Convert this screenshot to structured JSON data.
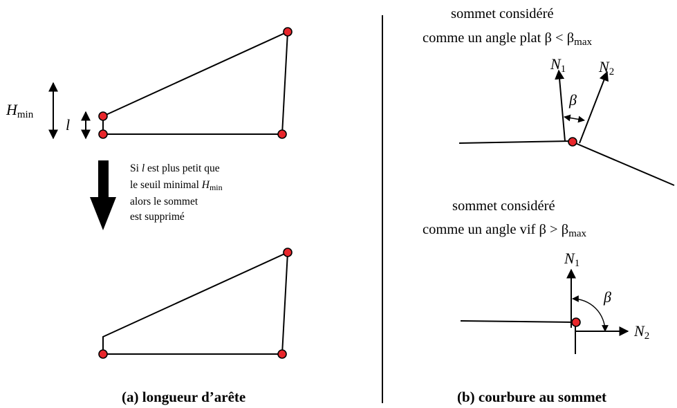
{
  "left": {
    "hmin_symbol": "H",
    "hmin_sub": "min",
    "l_symbol": "l",
    "note": {
      "line1_pre": "Si ",
      "line1_var": "l",
      "line1_post": " est plus petit que",
      "line2_pre": "le seuil minimal ",
      "line2_var": "H",
      "line2_sub": "min",
      "line3": "alors le sommet",
      "line4": "est supprimé"
    },
    "caption": "(a) longueur d’arête"
  },
  "right": {
    "top_desc": {
      "line1": "sommet considéré",
      "line2_pre": "comme un angle plat β < β",
      "line2_sub": "max"
    },
    "bottom_desc": {
      "line1": "sommet considéré",
      "line2_pre": "comme un angle vif β > β",
      "line2_sub": "max"
    },
    "n1_symbol": "N",
    "n1_sub": "1",
    "n2_symbol": "N",
    "n2_sub": "2",
    "beta_symbol": "β",
    "caption": "(b) courbure au sommet"
  },
  "colors": {
    "vertex_fill": "#e8262b",
    "line": "#000000"
  }
}
